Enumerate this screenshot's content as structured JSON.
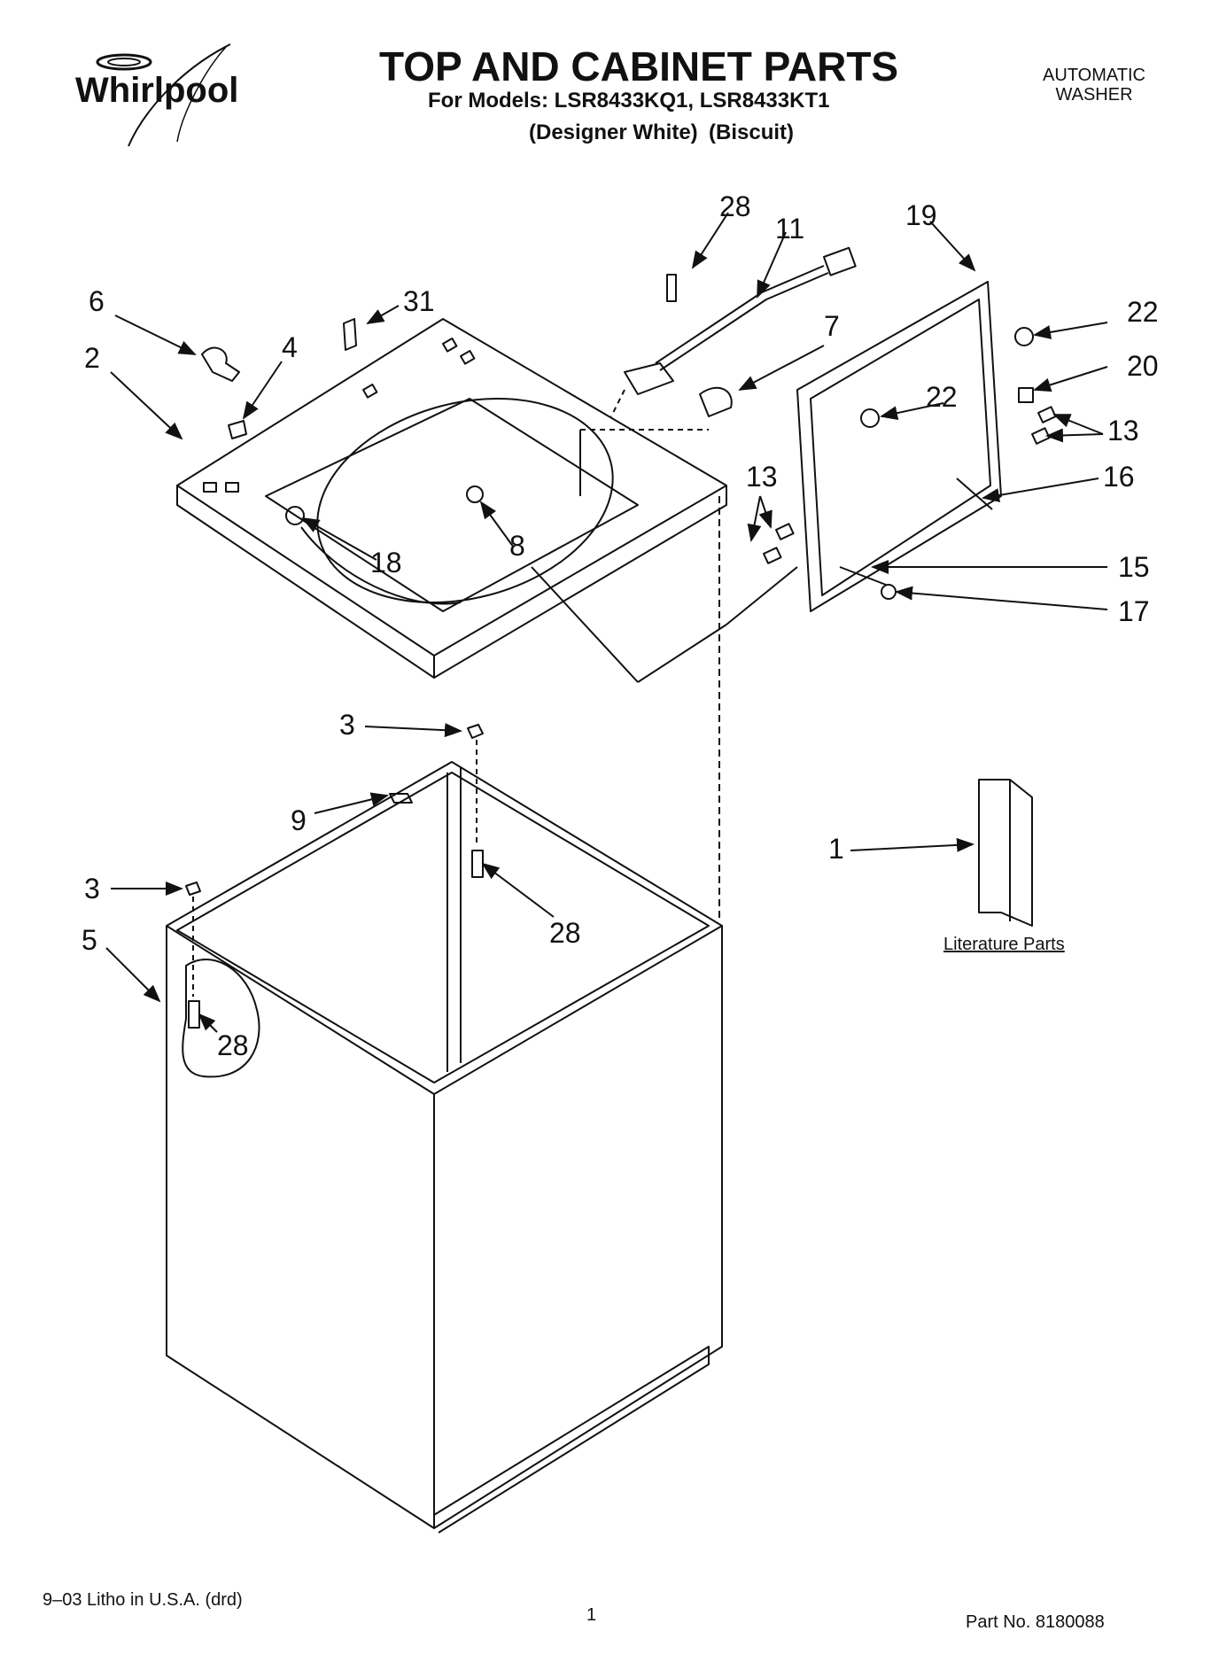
{
  "header": {
    "brand_logo_text": "Whirlpool",
    "title": "TOP AND CABINET PARTS",
    "models_line": "For Models: LSR8433KQ1, LSR8433KT1",
    "variant_1": "(Designer White)",
    "variant_2": "(Biscuit)",
    "product_line_1": "AUTOMATIC",
    "product_line_2": "WASHER"
  },
  "callouts": {
    "c1": "1",
    "c2": "2",
    "c3a": "3",
    "c3b": "3",
    "c4": "4",
    "c5": "5",
    "c6": "6",
    "c7": "7",
    "c8": "8",
    "c9": "9",
    "c11": "11",
    "c13a": "13",
    "c13b": "13",
    "c15": "15",
    "c16": "16",
    "c17": "17",
    "c18": "18",
    "c19": "19",
    "c20": "20",
    "c22a": "22",
    "c22b": "22",
    "c28a": "28",
    "c28b": "28",
    "c28c": "28",
    "c31": "31"
  },
  "literature_label": "Literature Parts",
  "footer": {
    "print_info": "9–03 Litho in U.S.A. (drd)",
    "page_number": "1",
    "part_number": "Part No. 8180088"
  }
}
